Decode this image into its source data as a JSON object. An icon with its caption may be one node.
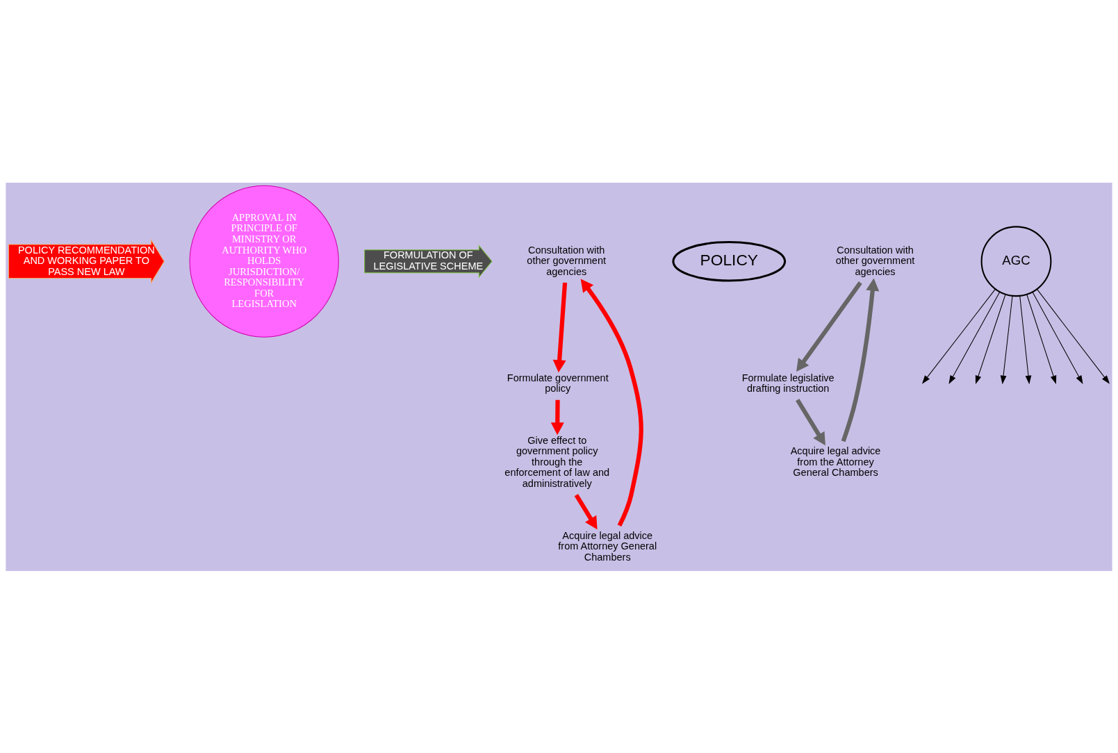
{
  "diagram": {
    "nodes": [
      {
        "text": [
          "POLICY RECOMMENDATION AND WORKING PAPER TO PASS NEW LAW"
        ]
      },
      {
        "text": [
          "APPROVAL IN PRINCIPLE OF MINISTRY OR AUTHORITY WHO HOLDS JURISDICTION/ RESPONSIBILITY FOR LEGISLATION"
        ]
      },
      {
        "text": [
          "FORMULATION OF LEGISLATIVE SCHEME"
        ]
      },
      {
        "text": [
          "Consultation with other government agencies"
        ]
      },
      {
        "text": [
          "Formulate government policy"
        ]
      },
      {
        "text": [
          "POLICY"
        ]
      },
      {
        "text": [
          "Give effect to government policy through the enforcement of law and administratively"
        ]
      },
      {
        "text": [
          "Acquire legal advice from Attorney General Chambers"
        ]
      },
      {
        "text": [
          "Consultation with other government agencies"
        ]
      },
      {
        "text": [
          "Formulate legislative drafting instruction"
        ]
      },
      {
        "text": [
          "AGC"
        ]
      },
      {
        "text": [
          "Acquire legal advice from the Attorney General Chambers"
        ]
      }
    ],
    "edges": [
      {
        "from": 3,
        "to": 4,
        "arrow": "to",
        "style": "thick",
        "color": "#ff0000"
      },
      {
        "from": 4,
        "to": 6,
        "arrow": "to",
        "style": "thick",
        "color": "#ff0000"
      },
      {
        "from": 6,
        "to": 7,
        "arrow": "to",
        "style": "thick",
        "color": "#ff0000"
      },
      {
        "from": 7,
        "to": 3,
        "arrow": "to",
        "style": "thick",
        "color": "#ff0000"
      },
      {
        "from": 8,
        "to": 9,
        "arrow": "to",
        "style": "thick",
        "color": "#666666"
      },
      {
        "from": 9,
        "to": 11,
        "arrow": "to",
        "style": "thick",
        "color": "#666666"
      },
      {
        "from": 11,
        "to": 8,
        "arrow": "to",
        "style": "thick",
        "color": "#666666"
      },
      {
        "from": 10,
        "to": null,
        "arrow": "to"
      },
      {
        "from": 10,
        "to": null,
        "arrow": "to"
      },
      {
        "from": 10,
        "to": null,
        "arrow": "to"
      },
      {
        "from": 10,
        "to": null,
        "arrow": "to"
      },
      {
        "from": 10,
        "to": null,
        "arrow": "to"
      },
      {
        "from": 10,
        "to": null,
        "arrow": "to"
      },
      {
        "from": 10,
        "to": null,
        "arrow": "to"
      },
      {
        "from": 10,
        "to": null,
        "arrow": "to"
      }
    ]
  }
}
